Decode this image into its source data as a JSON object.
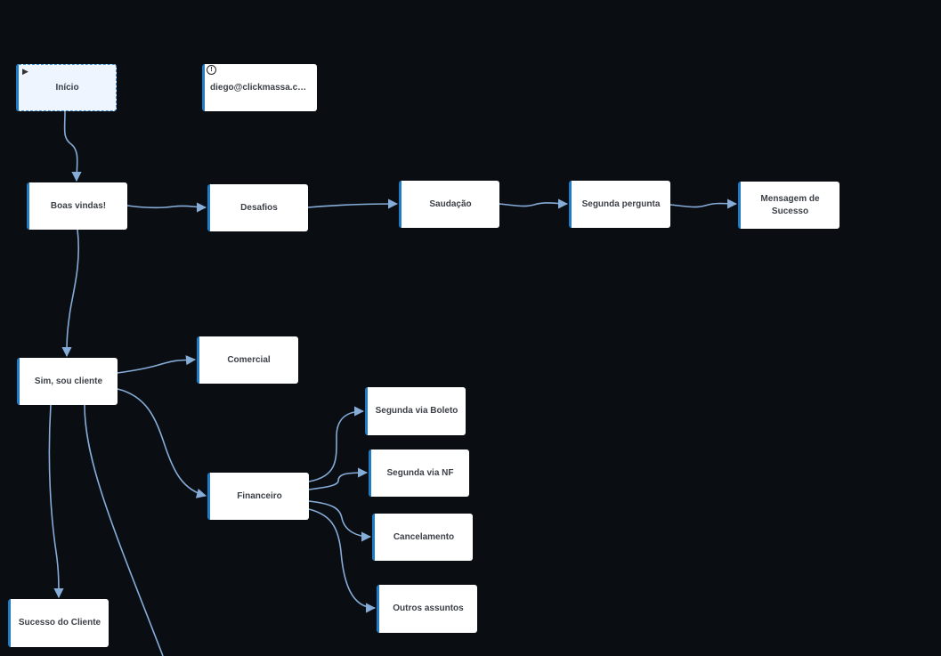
{
  "nodes": {
    "inicio": {
      "label": "Início",
      "icon": "play-icon"
    },
    "info": {
      "label": "diego@clickmassa.com.br",
      "icon": "info-icon"
    },
    "boas_vindas": {
      "label": "Boas vindas!"
    },
    "desafios": {
      "label": "Desafios"
    },
    "saudacao": {
      "label": "Saudação"
    },
    "segunda_pergunta": {
      "label": "Segunda pergunta"
    },
    "mensagem_sucesso": {
      "label": "Mensagem de Sucesso"
    },
    "sim_sou_cliente": {
      "label": "Sim, sou cliente"
    },
    "comercial": {
      "label": "Comercial"
    },
    "financeiro": {
      "label": "Financeiro"
    },
    "segunda_via_boleto": {
      "label": "Segunda via Boleto"
    },
    "segunda_via_nf": {
      "label": "Segunda via NF"
    },
    "cancelamento": {
      "label": "Cancelamento"
    },
    "outros_assuntos": {
      "label": "Outros assuntos"
    },
    "sucesso_cliente": {
      "label": "Sucesso do Cliente"
    }
  },
  "edges": [
    {
      "from": "inicio",
      "to": "boas_vindas"
    },
    {
      "from": "boas_vindas",
      "to": "desafios"
    },
    {
      "from": "desafios",
      "to": "saudacao"
    },
    {
      "from": "saudacao",
      "to": "segunda_pergunta"
    },
    {
      "from": "segunda_pergunta",
      "to": "mensagem_sucesso"
    },
    {
      "from": "boas_vindas",
      "to": "sim_sou_cliente"
    },
    {
      "from": "sim_sou_cliente",
      "to": "comercial"
    },
    {
      "from": "sim_sou_cliente",
      "to": "financeiro"
    },
    {
      "from": "financeiro",
      "to": "segunda_via_boleto"
    },
    {
      "from": "financeiro",
      "to": "segunda_via_nf"
    },
    {
      "from": "financeiro",
      "to": "cancelamento"
    },
    {
      "from": "financeiro",
      "to": "outros_assuntos"
    },
    {
      "from": "sim_sou_cliente",
      "to": "sucesso_cliente"
    }
  ],
  "colors": {
    "background": "#0a0e13",
    "node_fill": "#ffffff",
    "node_accent": "#1f7bc4",
    "edge": "#86acd8",
    "label": "#3b3f46"
  }
}
